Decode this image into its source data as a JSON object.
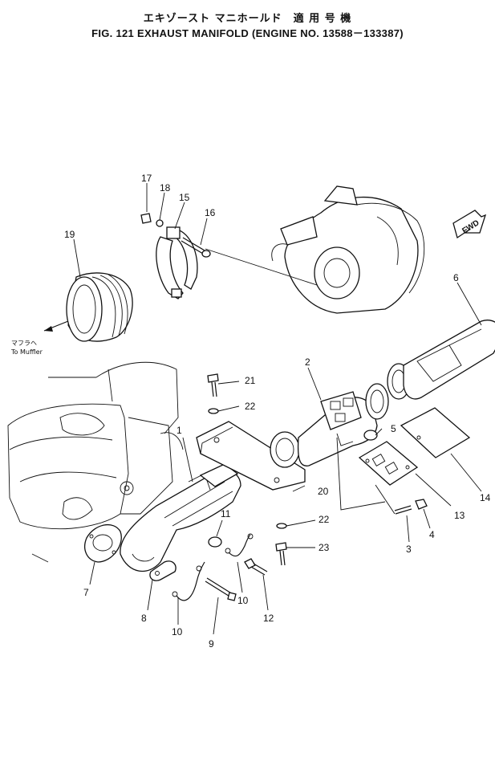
{
  "header": {
    "title_jp": "エキゾースト マニホールド　適 用 号 機",
    "title_en": "FIG. 121  EXHAUST MANIFOLD (ENGINE NO. 13588－133387)"
  },
  "note": {
    "jp": "マフラヘ",
    "en": "To Muffler"
  },
  "fwd_label": "FWD",
  "callouts": {
    "c1": "1",
    "c2": "2",
    "c3": "3",
    "c4": "4",
    "c5": "5",
    "c6": "6",
    "c7": "7",
    "c8": "8",
    "c9": "9",
    "c10a": "10",
    "c10b": "10",
    "c11": "11",
    "c12": "12",
    "c13": "13",
    "c14": "14",
    "c15": "15",
    "c16": "16",
    "c17": "17",
    "c18": "18",
    "c19": "19",
    "c20": "20",
    "c21": "21",
    "c22a": "22",
    "c22b": "22",
    "c23": "23"
  }
}
